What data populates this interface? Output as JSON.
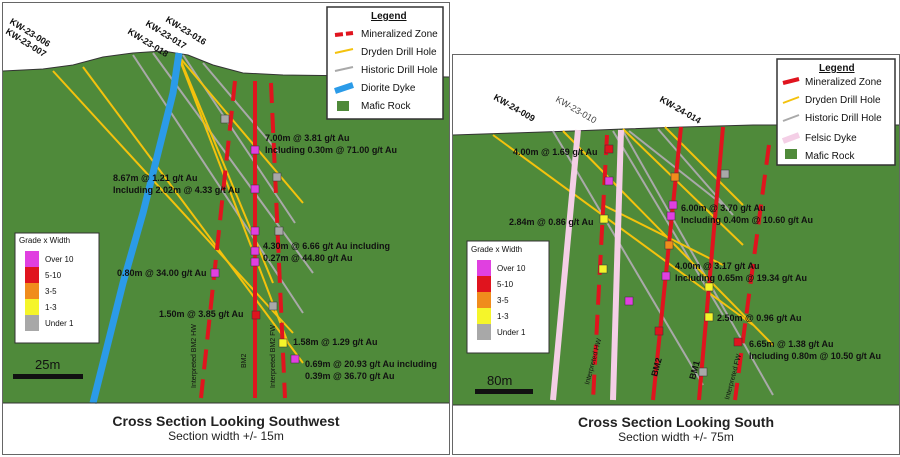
{
  "colors": {
    "mafic_rock": "#4f8a3a",
    "mineralized_zone": "#e0141e",
    "dryden_hole": "#f4c20d",
    "historic_hole": "#a9a9a9",
    "diorite_dyke": "#2b9be8",
    "felsic_dyke": "#f4cfe6",
    "grade_over10": "#e040e0",
    "grade_5_10": "#e0141e",
    "grade_3_5": "#f08c1c",
    "grade_1_3": "#f5f52a",
    "grade_under1": "#a8a8a8"
  },
  "left": {
    "legend": {
      "title": "Legend",
      "items": [
        {
          "label": "Mineralized Zone",
          "kind": "dashed-red"
        },
        {
          "label": "Dryden Drill Hole",
          "kind": "yellow-line"
        },
        {
          "label": "Historic Drill Hole",
          "kind": "gray-line"
        },
        {
          "label": "Diorite Dyke",
          "kind": "blue-line"
        },
        {
          "label": "Mafic Rock",
          "kind": "green-box"
        }
      ]
    },
    "holes": [
      "KW-23-006",
      "KW-23-007",
      "KW-23-018",
      "KW-23-017",
      "KW-23-016"
    ],
    "annotations": [
      "7.00m @ 3.81 g/t Au",
      "Including 0.30m @ 71.00 g/t Au",
      "8.67m @ 1.21 g/t Au",
      "Including 2.02m @ 4.33 g/t Au",
      "4.30m @ 6.66 g/t Au including",
      "0.27m @ 44.80 g/t Au",
      "0.80m @ 34.00 g/t Au",
      "1.50m @ 3.85 g/t Au",
      "1.58m @ 1.29 g/t Au",
      "0.69m @ 20.93 g/t Au including",
      "0.39m @ 36.70 g/t Au"
    ],
    "zone_labels": [
      "Interpreted BM2 HW",
      "BM2",
      "Interpreted BM2 FW"
    ],
    "grade_legend": {
      "title": "Grade x Width",
      "items": [
        "Over 10",
        "5-10",
        "3-5",
        "1-3",
        "Under 1"
      ]
    },
    "scale": "25m",
    "caption_title": "Cross Section Looking Southwest",
    "caption_sub": "Section width +/- 15m"
  },
  "right": {
    "legend": {
      "title": "Legend",
      "items": [
        {
          "label": "Mineralized Zone",
          "kind": "red-line"
        },
        {
          "label": "Dryden Drill Hole",
          "kind": "yellow-line"
        },
        {
          "label": "Historic Drill Hole",
          "kind": "gray-line"
        },
        {
          "label": "Felsic Dyke",
          "kind": "pink-line"
        },
        {
          "label": "Mafic Rock",
          "kind": "green-box"
        }
      ]
    },
    "holes": [
      "KW-24-009",
      "KW-23-010",
      "KW-24-014"
    ],
    "annotations": [
      "4.00m @ 1.69 g/t Au",
      "2.84m @ 0.86 g/t Au",
      "6.00m @ 3.70 g/t Au",
      "Including 0.40m @ 10.60 g/t Au",
      "4.00m @ 3.17 g/t Au",
      "Including 0.65m @ 19.34 g/t Au",
      "2.50m @ 0.96 g/t Au",
      "6.65m @ 1.38 g/t Au",
      "Including 0.80m @ 10.50 g/t Au"
    ],
    "zone_labels": [
      "Interpreted HW",
      "BM2",
      "BM1",
      "Interpreted FW"
    ],
    "grade_legend": {
      "title": "Grade x Width",
      "items": [
        "Over 10",
        "5-10",
        "3-5",
        "1-3",
        "Under 1"
      ]
    },
    "scale": "80m",
    "caption_title": "Cross Section Looking South",
    "caption_sub": "Section width +/- 75m"
  }
}
